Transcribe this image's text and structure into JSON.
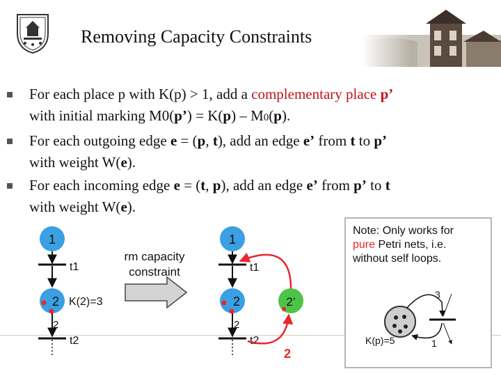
{
  "slide": {
    "title": "Removing Capacity Constraints",
    "bullets": [
      {
        "line1_a": "For each place p with K(p) > 1, add a ",
        "line1_red": "complementary place ",
        "line1_bold": "p’",
        "line2_a": "with initial marking M0(",
        "line2_p1": "p’",
        "line2_b": ") = K(",
        "line2_p2": "p",
        "line2_c": ") – M",
        "line2_sub": "0",
        "line2_d": "(",
        "line2_p3": "p",
        "line2_e": ")."
      },
      {
        "a": "For each outgoing edge ",
        "e": "e",
        "b": " = (",
        "p": "p",
        "c": ", ",
        "t": "t",
        "d": "), add an edge ",
        "e2": "e’",
        "f": " from ",
        "t2": "t",
        "g": " to ",
        "p2": "p’",
        "line2_a": "with weight W(",
        "line2_e": "e",
        "line2_b": ")."
      },
      {
        "a": "For each incoming edge ",
        "e": "e",
        "b": " = (",
        "t": "t",
        "c": ", ",
        "p": "p",
        "d": "), add an edge ",
        "e2": "e’",
        "f": " from ",
        "p2": "p’",
        "g": " to ",
        "t2": "t",
        "line2_a": "with weight W(",
        "line2_e": "e",
        "line2_b": ")."
      }
    ]
  },
  "diagram_left": {
    "place_top": "1",
    "t1": "t1",
    "place_mid": "2",
    "capacity": "K(2)=3",
    "weight": "2",
    "t2": "t2"
  },
  "arrow_label_line1": "rm capacity",
  "arrow_label_line2": "constraint",
  "diagram_right": {
    "place_top": "1",
    "t1": "t1",
    "place_mid": "2",
    "place_comp": "2’",
    "weight": "2",
    "t2": "t2",
    "red_weight": "2"
  },
  "note": {
    "line1": "Note: Only works for",
    "line2_red": "pure",
    "line2_rest": " Petri nets, i.e.",
    "line3": "without self loops.",
    "weight_top": "3",
    "capacity": "K(p)=5",
    "weight_bottom": "1"
  },
  "colors": {
    "place_blue": "#3a9fe3",
    "place_green": "#4cc447",
    "accent_red": "#e8262c",
    "text_red": "#c0141c"
  }
}
